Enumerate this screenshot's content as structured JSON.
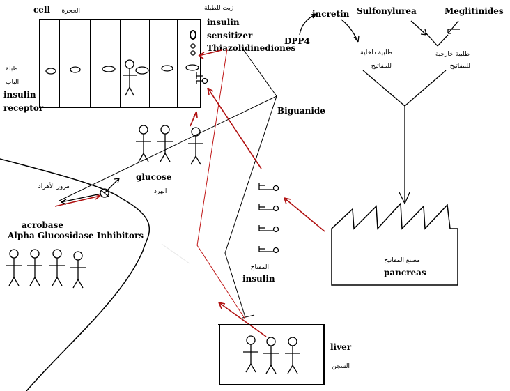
{
  "labels": {
    "cell": "cell",
    "cell_ar": "الحجرة",
    "sensitizer_ar": "زيت للطبلة",
    "insulin": "insulin",
    "sensitizer": "sensitizer",
    "thiazolidinediones": "Thiazolidinediones",
    "receptor_ar_1": "طبلة",
    "receptor_ar_2": "الباب",
    "insulin_receptor_1": "insulin",
    "insulin_receptor_2": "receptor",
    "biguanide": "Biguanide",
    "glucose": "glucose",
    "glucose_ar": "الهرد",
    "passage_ar": "مرور الأهراد",
    "acrobase": "acrobase",
    "agi": "Alpha Glucosidase Inhibitors",
    "incretin": "incretin",
    "dpp4": "DPP4",
    "sulfonylurea": "Sulfonylurea",
    "meglitinides": "Meglitinides",
    "internal_ar_1": "طلبية داخلية",
    "internal_ar_2": "للمفاتيح",
    "external_ar_1": "طلبية خارجية",
    "external_ar_2": "للمفاتيح",
    "factory_ar": "مصنع المفاتيح",
    "pancreas": "pancreas",
    "insulin_ar": "المفتاح",
    "insulin_bottom": "insulin",
    "liver": "liver",
    "liver_ar": "السجن"
  }
}
